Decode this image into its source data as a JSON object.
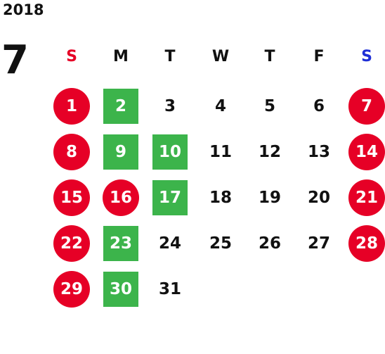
{
  "year": "2018",
  "month": "7",
  "colors": {
    "holiday": "#e60026",
    "closed": "#3cb44b",
    "sunday_header": "#e60026",
    "saturday_header": "#1f2fd6"
  },
  "weekdays": [
    {
      "label": "S",
      "color": "#e60026"
    },
    {
      "label": "M",
      "color": "#111111"
    },
    {
      "label": "T",
      "color": "#111111"
    },
    {
      "label": "W",
      "color": "#111111"
    },
    {
      "label": "T",
      "color": "#111111"
    },
    {
      "label": "F",
      "color": "#111111"
    },
    {
      "label": "S",
      "color": "#1f2fd6"
    }
  ],
  "first_weekday": 0,
  "days": [
    {
      "n": "1",
      "type": "holiday"
    },
    {
      "n": "2",
      "type": "closed"
    },
    {
      "n": "3",
      "type": "normal"
    },
    {
      "n": "4",
      "type": "normal"
    },
    {
      "n": "5",
      "type": "normal"
    },
    {
      "n": "6",
      "type": "normal"
    },
    {
      "n": "7",
      "type": "holiday"
    },
    {
      "n": "8",
      "type": "holiday"
    },
    {
      "n": "9",
      "type": "closed"
    },
    {
      "n": "10",
      "type": "closed"
    },
    {
      "n": "11",
      "type": "normal"
    },
    {
      "n": "12",
      "type": "normal"
    },
    {
      "n": "13",
      "type": "normal"
    },
    {
      "n": "14",
      "type": "holiday"
    },
    {
      "n": "15",
      "type": "holiday"
    },
    {
      "n": "16",
      "type": "holiday"
    },
    {
      "n": "17",
      "type": "closed"
    },
    {
      "n": "18",
      "type": "normal"
    },
    {
      "n": "19",
      "type": "normal"
    },
    {
      "n": "20",
      "type": "normal"
    },
    {
      "n": "21",
      "type": "holiday"
    },
    {
      "n": "22",
      "type": "holiday"
    },
    {
      "n": "23",
      "type": "closed"
    },
    {
      "n": "24",
      "type": "normal"
    },
    {
      "n": "25",
      "type": "normal"
    },
    {
      "n": "26",
      "type": "normal"
    },
    {
      "n": "27",
      "type": "normal"
    },
    {
      "n": "28",
      "type": "holiday"
    },
    {
      "n": "29",
      "type": "holiday"
    },
    {
      "n": "30",
      "type": "closed"
    },
    {
      "n": "31",
      "type": "normal"
    }
  ]
}
